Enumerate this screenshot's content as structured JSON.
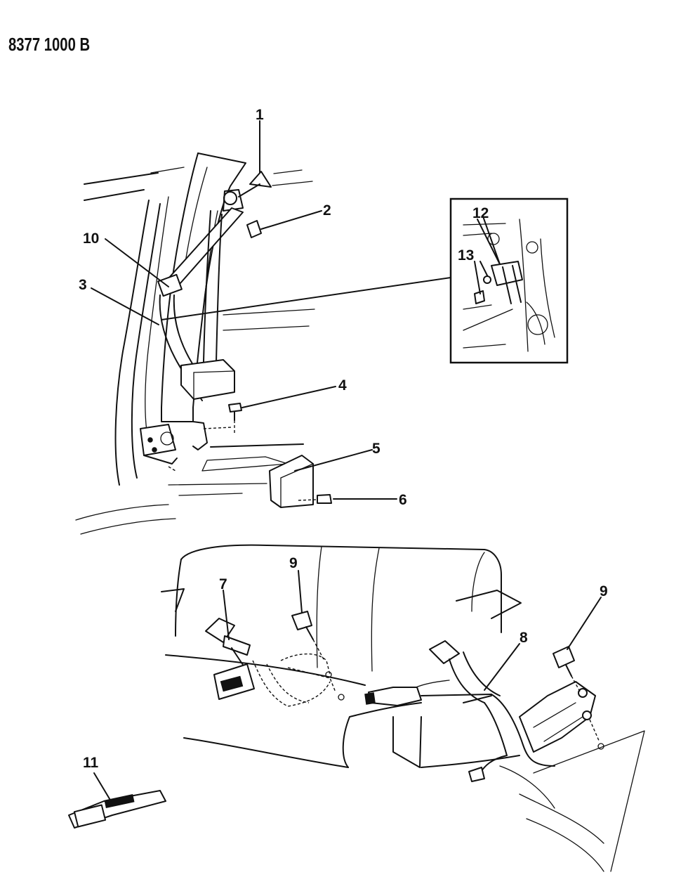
{
  "doc_id": "8377 1000 B",
  "callouts": {
    "c1": "1",
    "c2": "2",
    "c3": "3",
    "c4": "4",
    "c5": "5",
    "c6": "6",
    "c7": "7",
    "c8": "8",
    "c9a": "9",
    "c9b": "9",
    "c10": "10",
    "c11": "11",
    "c12": "12",
    "c13": "13"
  }
}
